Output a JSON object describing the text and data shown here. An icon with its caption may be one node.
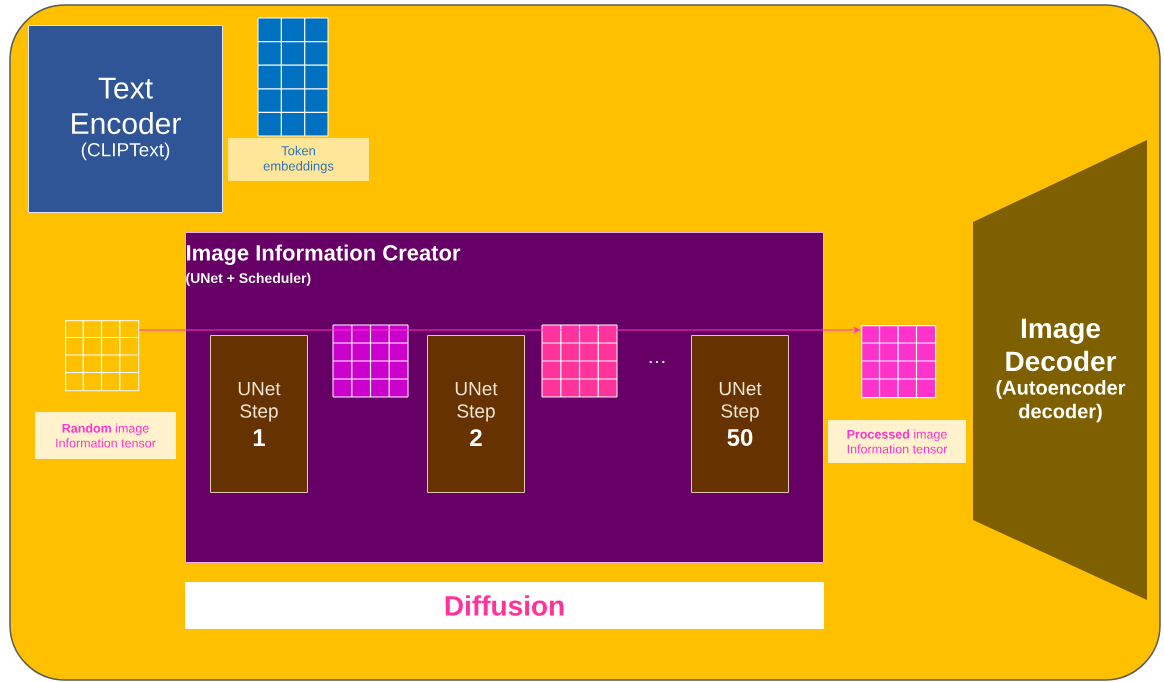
{
  "diagram": {
    "nodes": [
      {
        "text": [
          "Text Encoder",
          "(CLIPText)"
        ]
      },
      {
        "text": [
          "Token embeddings"
        ]
      },
      {
        "text": [
          "Image Information Creator",
          "(UNet + Scheduler)"
        ]
      },
      {
        "text": [
          "UNet Step",
          "1"
        ],
        "in": 2
      },
      {
        "text": [
          "UNet Step",
          "2"
        ],
        "in": 2
      },
      {
        "text": [
          "UNet Step",
          "50"
        ],
        "in": 2
      },
      {
        "text": [],
        "shape": "grid"
      },
      {
        "text": [
          "**Random** image Information tensor"
        ]
      },
      {
        "text": [],
        "shape": "grid"
      },
      {
        "text": [
          "**Processed** image Information tensor"
        ]
      },
      {
        "text": [
          "Image Decoder",
          "(Autoencoder decoder)"
        ]
      },
      {
        "text": [
          "Diffusion"
        ]
      }
    ],
    "edges": [
      {
        "from": 6,
        "to": 8,
        "arrow": "to"
      }
    ],
    "labels": [
      "…"
    ]
  }
}
